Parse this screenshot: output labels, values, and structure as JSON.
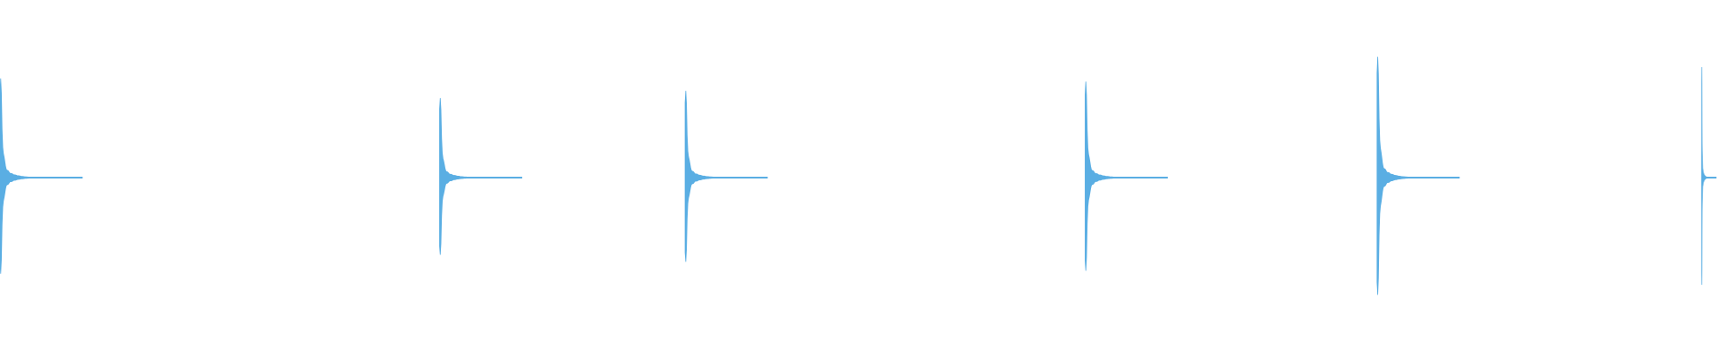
{
  "waveform": {
    "color": "#5aaee3",
    "background": "#ffffff",
    "events": [
      {
        "time": 0.0,
        "peak_pos": 0.96,
        "peak_neg": 0.96
      },
      {
        "time": 0.256,
        "peak_pos": 0.77,
        "peak_neg": 0.77
      },
      {
        "time": 0.399,
        "peak_pos": 0.84,
        "peak_neg": 0.84
      },
      {
        "time": 0.632,
        "peak_pos": 0.93,
        "peak_neg": 0.93
      },
      {
        "time": 0.802,
        "peak_pos": 1.17,
        "peak_neg": 1.17
      },
      {
        "time": 0.991,
        "peak_pos": 1.07,
        "peak_neg": 1.07
      }
    ]
  }
}
